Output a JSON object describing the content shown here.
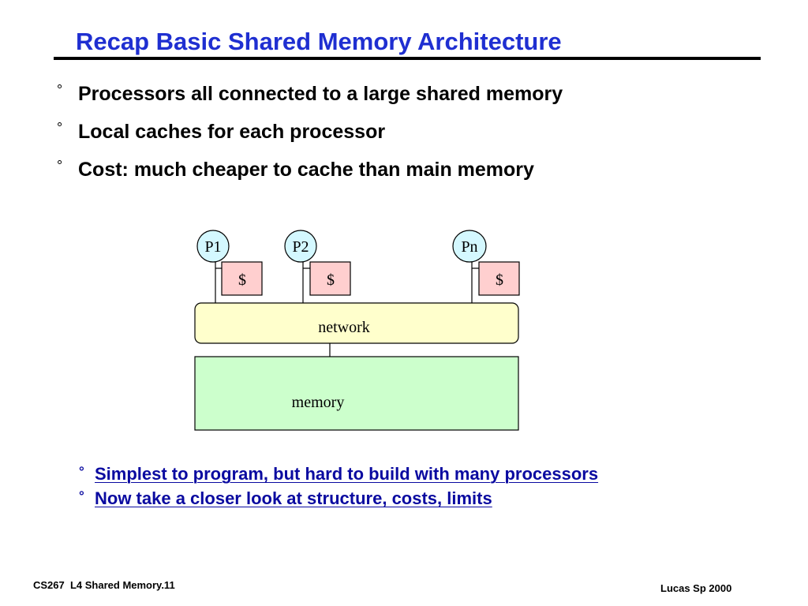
{
  "slide": {
    "title": "Recap Basic Shared Memory Architecture",
    "bullets": [
      "Processors all connected to a large shared memory",
      "Local caches for each processor",
      "Cost: much cheaper to cache than main memory"
    ],
    "bullet_marker": "°",
    "notes": [
      "Simplest to program, but hard to build with many processors",
      "Now take a closer look at structure, costs, limits"
    ]
  },
  "diagram": {
    "processors": [
      {
        "label": "P1",
        "cache_label": "$"
      },
      {
        "label": "P2",
        "cache_label": "$"
      },
      {
        "label": "Pn",
        "cache_label": "$"
      }
    ],
    "network_label": "network",
    "memory_label": "memory",
    "colors": {
      "processor_fill": "#d4f8ff",
      "cache_fill": "#ffcfcf",
      "network_fill": "#ffffcc",
      "memory_fill": "#ccffcc",
      "title_color": "#1f2fd1",
      "note_color": "#0a0aa0"
    }
  },
  "footer": {
    "left": "CS267  L4 Shared Memory.11",
    "right": "Lucas Sp 2000"
  }
}
